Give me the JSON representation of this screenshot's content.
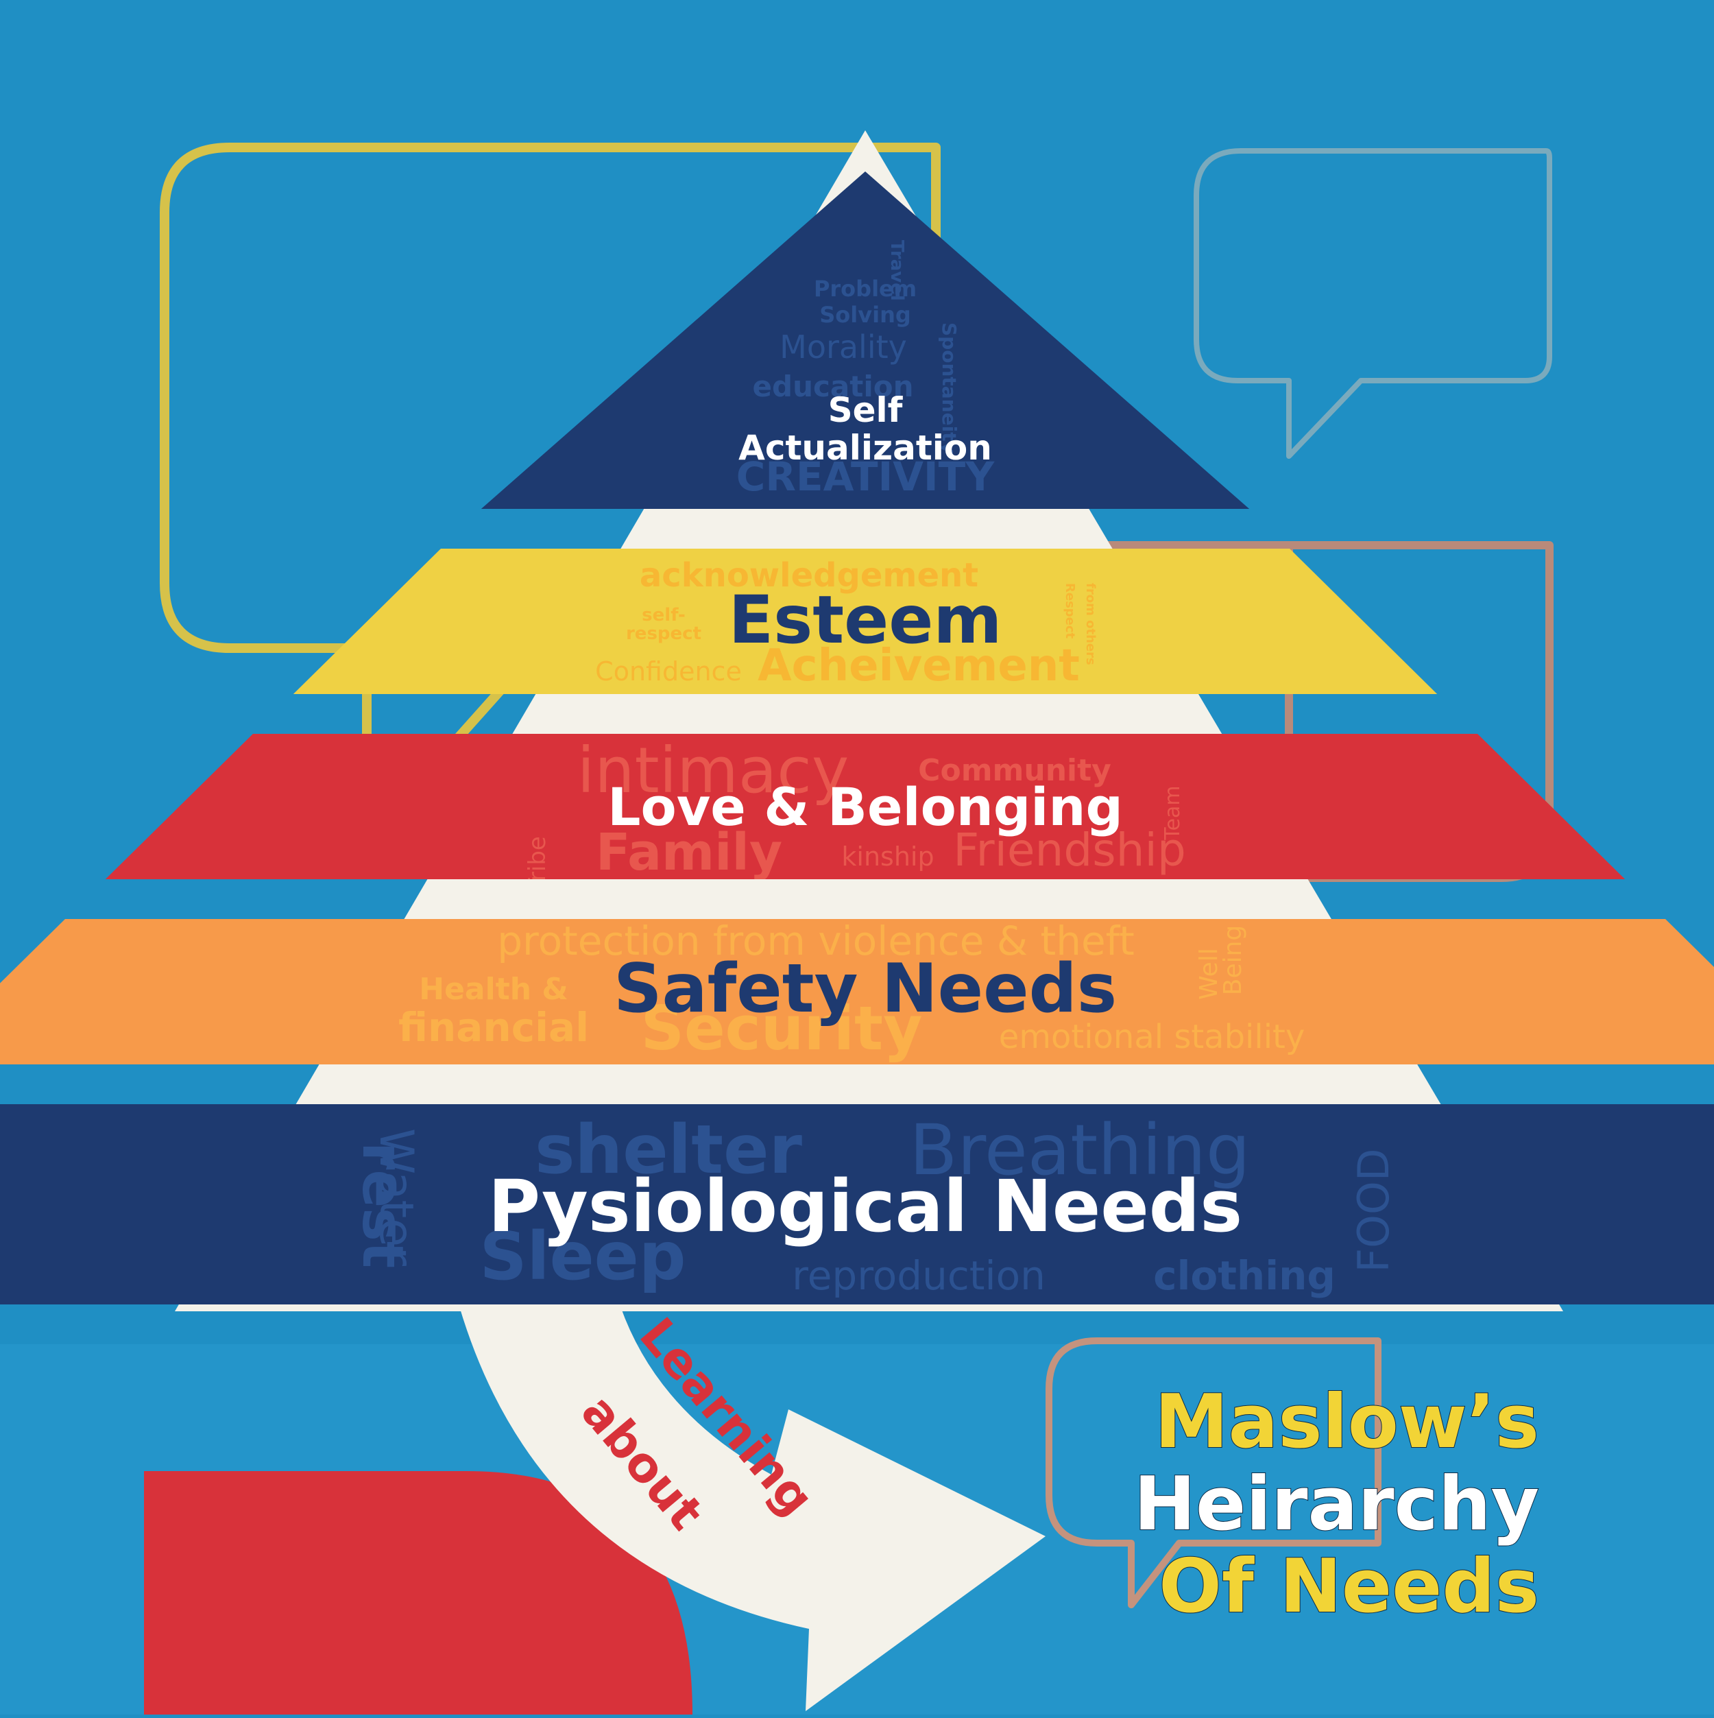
{
  "colors": {
    "background": "#1f8fc4",
    "background_light": "#2a9dd2",
    "pyramid_outline": "#f4f2ea",
    "navy": "#1e3a70",
    "yellow": "#efd144",
    "red": "#d8323a",
    "orange": "#f79a4a",
    "white": "#ffffff",
    "title_yellow": "#f2d436"
  },
  "levels": [
    {
      "id": "self-actualization",
      "label_lines": [
        "Self",
        "Actualization"
      ],
      "fill": "#1e3a70",
      "text_color": "#ffffff",
      "words": [
        "Travel",
        "Problem",
        "Solving",
        "Morality",
        "education",
        "Spontaneity",
        "CREATIVITY"
      ]
    },
    {
      "id": "esteem",
      "label_lines": [
        "Esteem"
      ],
      "fill": "#efd144",
      "text_color": "#1e3a70",
      "words": [
        "acknowledgement",
        "self-",
        "respect",
        "Respect",
        "from others",
        "Confidence",
        "Acheivement"
      ]
    },
    {
      "id": "love-belonging",
      "label_lines": [
        "Love & Belonging"
      ],
      "fill": "#d8323a",
      "text_color": "#ffffff",
      "words": [
        "intimacy",
        "Community",
        "Tribe",
        "Team",
        "Family",
        "kinship",
        "Friendship"
      ]
    },
    {
      "id": "safety",
      "label_lines": [
        "Safety Needs"
      ],
      "fill": "#f79a4a",
      "text_color": "#1e3a70",
      "words": [
        "protection from violence & theft",
        "Health &",
        "financial",
        "Security",
        "Well",
        "Being",
        "emotional stability"
      ]
    },
    {
      "id": "physiological",
      "label_lines": [
        "Pysiological Needs"
      ],
      "fill": "#1e3a70",
      "text_color": "#ffffff",
      "words": [
        "shelter",
        "Breathing",
        "rest",
        "Water",
        "Sleep",
        "reproduction",
        "clothing",
        "FOOD"
      ]
    }
  ],
  "arrow_text_lines": [
    "Learning",
    "about"
  ],
  "title_lines": [
    "Maslow’s",
    "Heirarchy",
    "Of Needs"
  ]
}
